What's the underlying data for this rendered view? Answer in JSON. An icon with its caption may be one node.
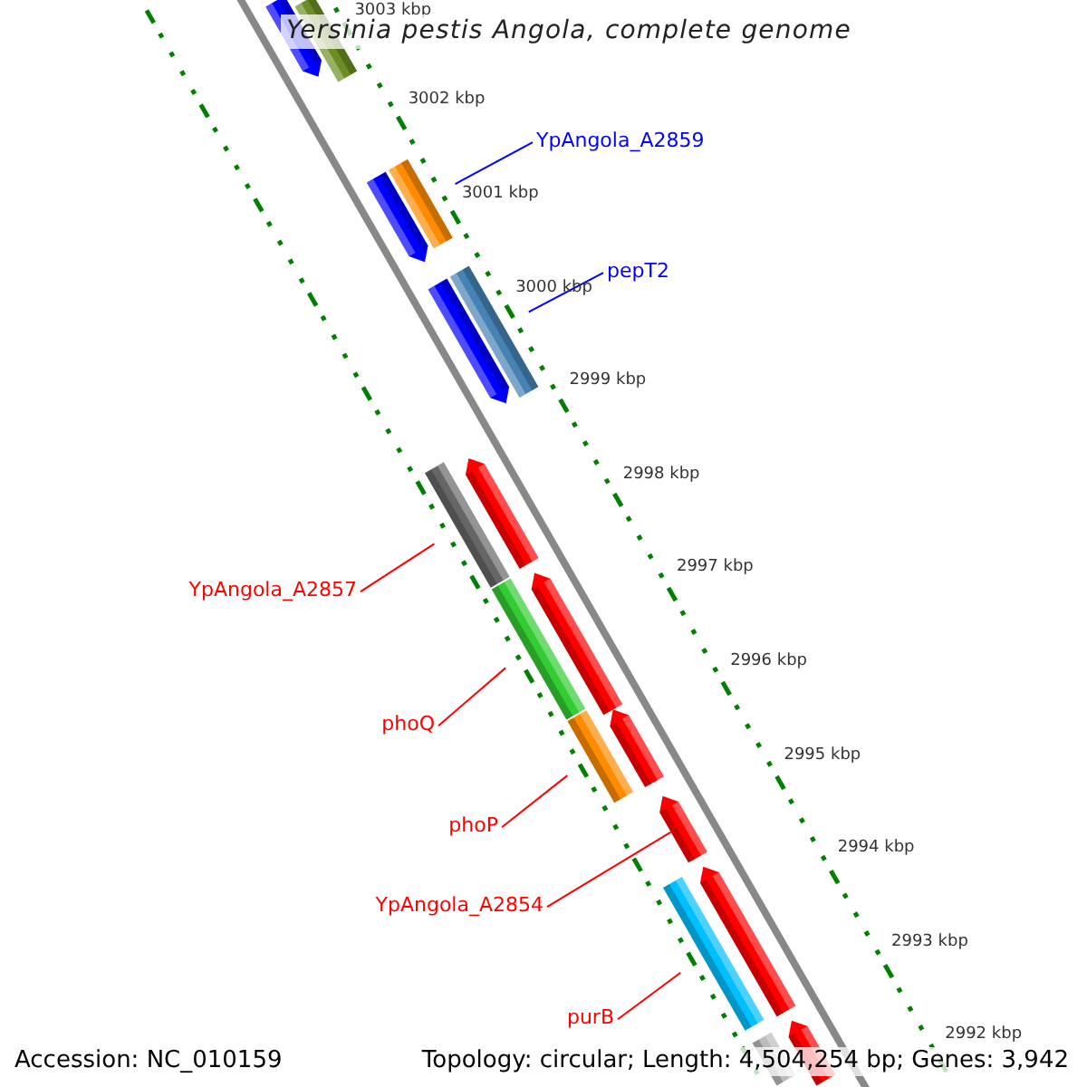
{
  "diagram": {
    "title": "Yersinia pestis Angola, complete genome",
    "nodes": [
      {
        "text": [
          "YpAngola_A2859"
        ]
      },
      {
        "text": [
          "pepT2"
        ]
      },
      {
        "text": [
          "YpAngola_A2857"
        ]
      },
      {
        "text": [
          "phoQ"
        ]
      },
      {
        "text": [
          "phoP"
        ]
      },
      {
        "text": [
          "YpAngola_A2854"
        ]
      },
      {
        "text": [
          "purB"
        ]
      },
      {
        "text": [],
        "shape": "arrow"
      },
      {
        "text": [],
        "shape": "bar"
      },
      {
        "text": [],
        "shape": "arrow"
      },
      {
        "text": [],
        "shape": "bar"
      },
      {
        "text": [],
        "shape": "arrow"
      },
      {
        "text": [],
        "shape": "bar"
      },
      {
        "text": [],
        "shape": "arrow"
      },
      {
        "text": [],
        "shape": "bar"
      },
      {
        "text": [],
        "shape": "arrow"
      },
      {
        "text": [],
        "shape": "bar"
      },
      {
        "text": [],
        "shape": "bar"
      },
      {
        "text": [],
        "shape": "arrow"
      },
      {
        "text": [],
        "shape": "arrow"
      },
      {
        "text": [],
        "shape": "bar"
      },
      {
        "text": [],
        "shape": "arrow"
      },
      {
        "text": [],
        "shape": "bar"
      },
      {
        "text": [],
        "shape": "arrow"
      }
    ],
    "edges": [
      {
        "from": 0,
        "to": 10,
        "arrow": "none",
        "color": "#0000ff"
      },
      {
        "from": 1,
        "to": 12,
        "arrow": "none",
        "color": "#0000ff"
      },
      {
        "from": 2,
        "to": 14,
        "arrow": "none"
      },
      {
        "from": 3,
        "to": 16,
        "arrow": "none"
      },
      {
        "from": 4,
        "to": 17,
        "arrow": "none"
      },
      {
        "from": 5,
        "to": 19,
        "arrow": "none"
      },
      {
        "from": 6,
        "to": 20,
        "arrow": "none"
      }
    ],
    "labels": [
      "3003 kbp",
      "3002 kbp",
      "3001 kbp",
      "3000 kbp",
      "2999 kbp",
      "2998 kbp",
      "2997 kbp",
      "2996 kbp",
      "2995 kbp",
      "2994 kbp",
      "2993 kbp",
      "2992 kbp",
      "Accession: NC_010159",
      "Topology: circular; Length: 4,504,254 bp; Genes: 3,942"
    ]
  }
}
